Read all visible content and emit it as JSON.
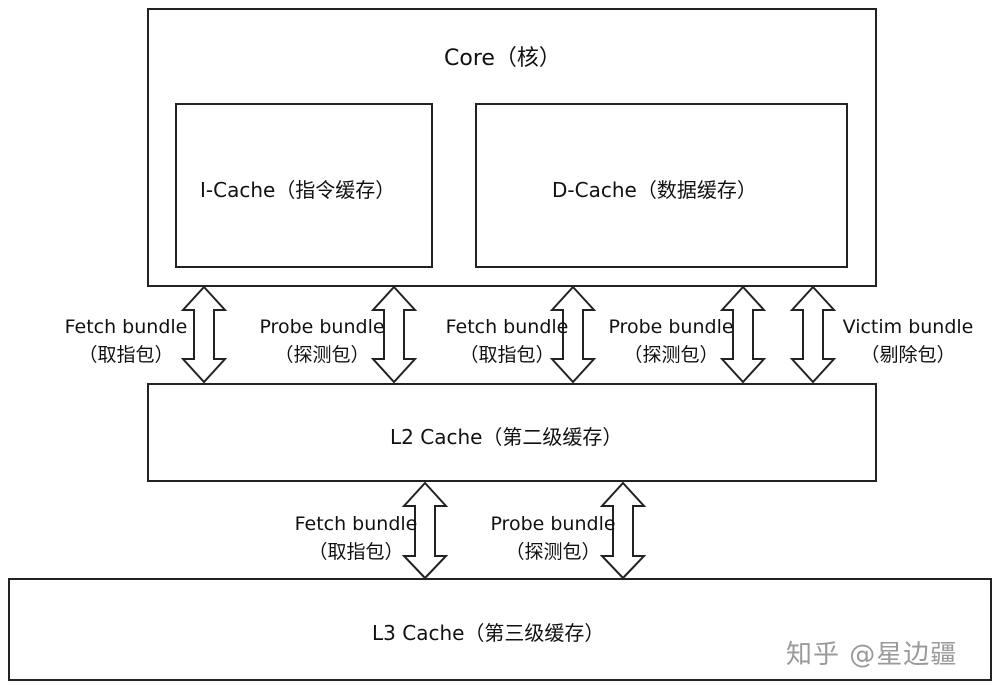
{
  "core": {
    "label": "Core（核）"
  },
  "icache": {
    "label": "I-Cache（指令缓存）"
  },
  "dcache": {
    "label": "D-Cache（数据缓存）"
  },
  "l2": {
    "label": "L2 Cache（第二级缓存）"
  },
  "l3": {
    "label": "L3 Cache（第三级缓存）"
  },
  "arrows_top": [
    {
      "line1": "Fetch bundle",
      "line2": "（取指包）"
    },
    {
      "line1": "Probe bundle",
      "line2": "（探测包）"
    },
    {
      "line1": "Fetch bundle",
      "line2": "（取指包）"
    },
    {
      "line1": "Probe bundle",
      "line2": "（探测包）"
    },
    {
      "line1": "Victim bundle",
      "line2": "（剔除包）"
    }
  ],
  "arrows_bottom": [
    {
      "line1": "Fetch bundle",
      "line2": "（取指包）"
    },
    {
      "line1": "Probe bundle",
      "line2": "（探测包）"
    }
  ],
  "watermark": "知乎 @星边疆"
}
